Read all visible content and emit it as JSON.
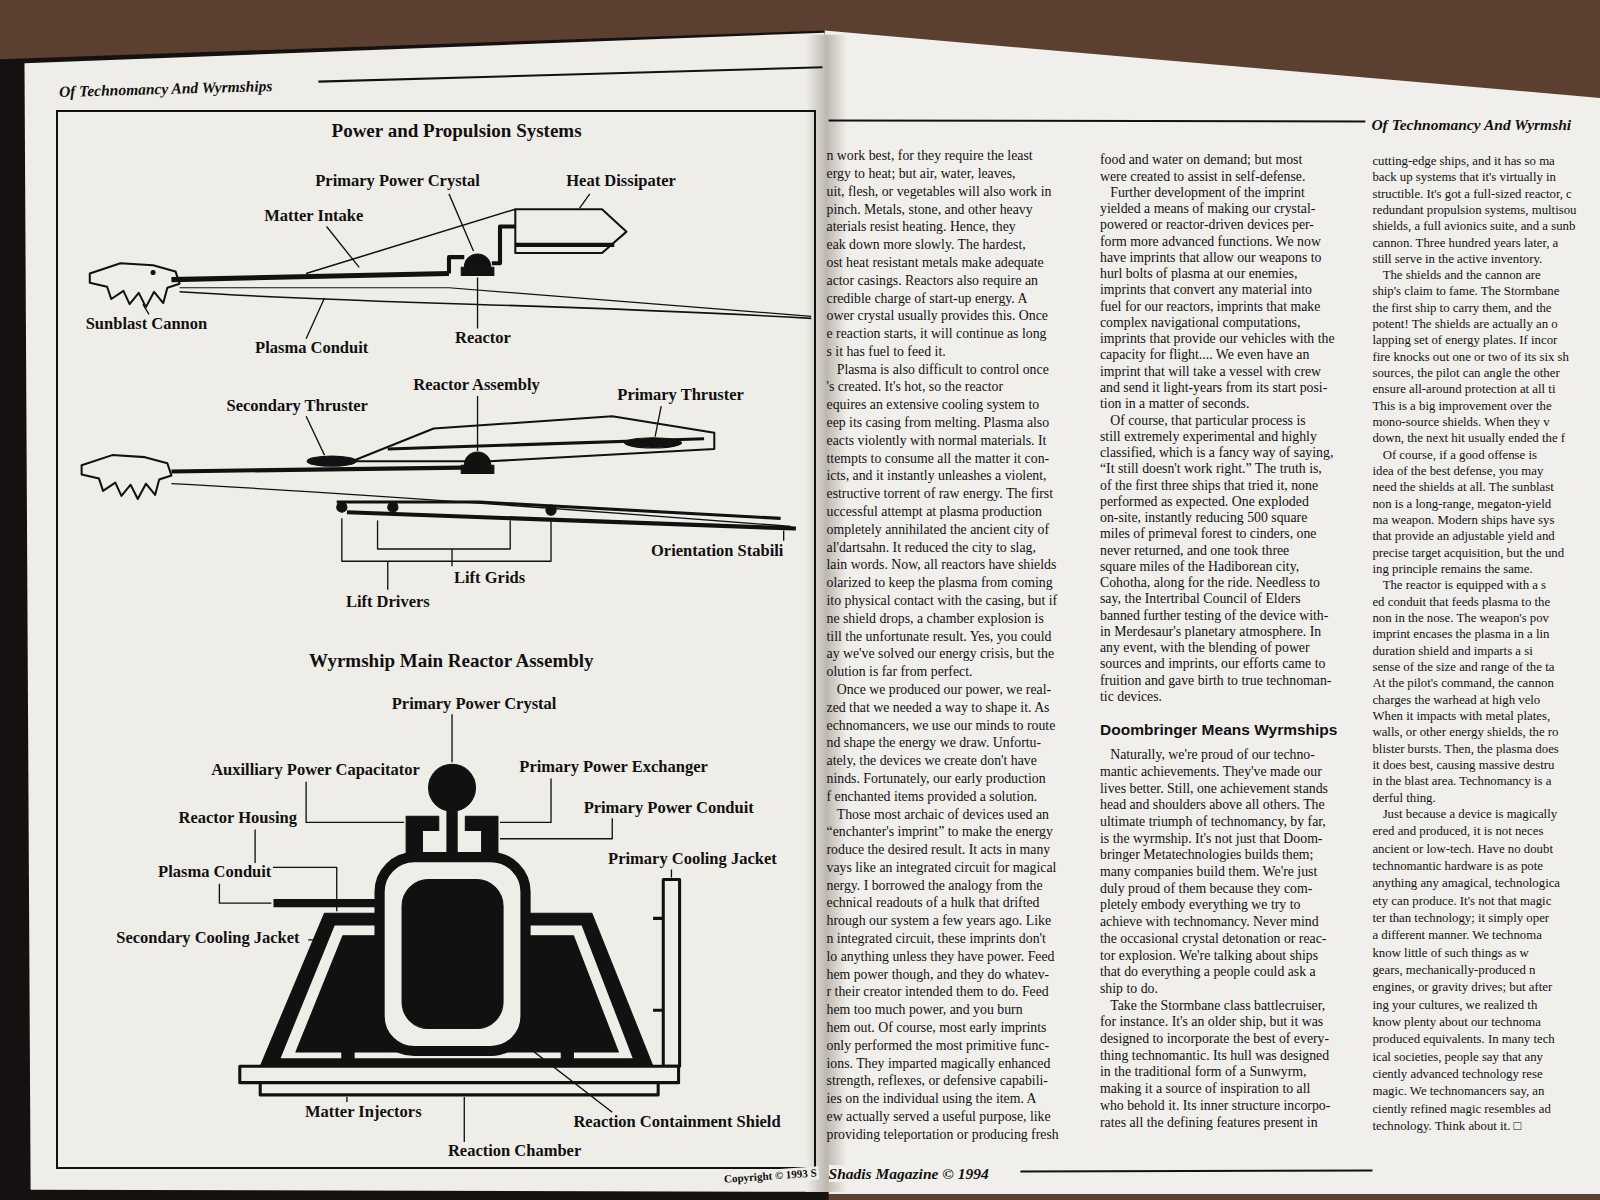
{
  "diagram": {
    "title": "Of Technomancy And Wyrmships",
    "nodes": [
      {
        "text": [
          "Power and Propulsion Systems",
          "Wyrmship Main Reactor Assembly"
        ]
      }
    ],
    "labels": [
      "Of Technomancy And Wyrmshi",
      "Primary Power Crystal",
      "Heat Dissipater",
      "Matter Intake",
      "Sunblast Cannon",
      "Plasma Conduit",
      "Reactor",
      "Secondary Thruster",
      "Reactor Assembly",
      "Primary Thruster",
      "Orientation Stabili",
      "Lift Grids",
      "Lift Drivers",
      "Primary Power Crystal",
      "Auxilliary Power Capacitator",
      "Primary Power Exchanger",
      "Reactor Housing",
      "Primary Power Conduit",
      "Plasma Conduit",
      "Primary Cooling Jacket",
      "Secondary Cooling Jacket",
      "Matter Injectors",
      "Reaction Containment Shield",
      "Reaction Chamber",
      "Copyright © 1993 S",
      "Shadis Magazine © 1994",
      "n work best, for they require the least",
      "ergy to heat; but air, water, leaves,",
      "uit, flesh, or vegetables will also work in",
      "pinch. Metals, stone, and other heavy",
      "aterials resist heating. Hence, they",
      "eak down more slowly. The hardest,",
      "ost heat resistant metals make adequate",
      "actor casings. Reactors also require an",
      "credible charge of start-up energy. A",
      "ower crystal usually provides this. Once",
      "e reaction starts, it will continue as long",
      "s it has fuel to feed it.",
      "Plasma is also difficult to control once",
      "'s created. It's hot, so the reactor",
      "equires an extensive cooling system to",
      "eep its casing from melting. Plasma also",
      "eacts violently with normal materials. It",
      "ttempts to consume all the matter it con-",
      "icts, and it instantly unleashes a violent,",
      "estructive torrent of raw energy. The first",
      "uccessful attempt at plasma production",
      "ompletely annihilated the ancient city of",
      "al'dartsahn. It reduced the city to slag,",
      "lain words. Now, all reactors have shields",
      "olarized to keep the plasma from coming",
      "ito physical contact with the casing, but if",
      "ne shield drops, a chamber explosion is",
      "till the unfortunate result. Yes, you could",
      "ay we've solved our energy crisis, but the",
      "olution is far from perfect.",
      "Once we produced our power, we real-",
      "zed that we needed a way to shape it. As",
      "echnomancers, we use our minds to route",
      "nd shape the energy we draw. Unfortu-",
      "ately, the devices we create don't have",
      "ninds. Fortunately, our early production",
      "f enchanted items provided a solution.",
      "Those most archaic of devices used an",
      "“enchanter's imprint” to make the energy",
      "roduce the desired result. It acts in many",
      "vays like an integrated circuit for magical",
      "nergy. I borrowed the analogy from the",
      "echnical readouts of a hulk that drifted",
      "hrough our system a few years ago. Like",
      "n integrated circuit, these imprints don't",
      "lo anything unless they have power. Feed",
      "hem power though, and they do whatev-",
      "r their creator intended them to do. Feed",
      "hem too much power, and you burn",
      "hem out. Of course, most early imprints",
      "only performed the most primitive func-",
      "ions. They imparted magically enhanced",
      "strength, reflexes, or defensive capabili-",
      "ies on the individual using the item. A",
      "ew actually served a useful purpose, like",
      "providing teleportation or producing fresh",
      "food and water on demand; but most",
      "were created to assist in self-defense.",
      "Further development of the imprint",
      "yielded a means of making our crystal-",
      "powered or reactor-driven devices per-",
      "form more advanced functions. We now",
      "have imprints that allow our weapons to",
      "hurl bolts of plasma at our enemies,",
      "imprints that convert any material into",
      "fuel for our reactors, imprints that make",
      "complex navigational computations,",
      "imprints that provide our vehicles with the",
      "capacity for flight.... We even have an",
      "imprint that will take a vessel with crew",
      "and send it light-years from its start posi-",
      "tion in a matter of seconds.",
      "Of course, that particular process is",
      "still extremely experimental and highly",
      "classified, which is a fancy way of saying,",
      "“It still doesn't work right.” The truth is,",
      "of the first three ships that tried it, none",
      "performed as expected. One exploded",
      "on-site, instantly reducing 500 square",
      "miles of primeval forest to cinders, one",
      "never returned, and one took three",
      "square miles of the Hadiborean city,",
      "Cohotha, along for the ride. Needless to",
      "say, the Intertribal Council of Elders",
      "banned further testing of the device with-",
      "in Merdesaur's planetary atmosphere. In",
      "any event, with the blending of power",
      "sources and imprints, our efforts came to",
      "fruition and gave birth to true technoman-",
      "tic devices.",
      "Doombringer Means Wyrmships",
      "Naturally, we're proud of our techno-",
      "mantic achievements. They've made our",
      "lives better. Still, one achievement stands",
      "head and shoulders above all others. The",
      "ultimate triumph of technomancy, by far,",
      "is the wyrmship. It's not just that Doom-",
      "bringer Metatechnologies builds them;",
      "many companies build them. We're just",
      "duly proud of them because they com-",
      "pletely embody everything we try to",
      "achieve with technomancy. Never mind",
      "the occasional crystal detonation or reac-",
      "tor explosion. We're talking about ships",
      "that do everything a people could ask a",
      "ship to do.",
      "Take the Stormbane class battlecruiser,",
      "for instance. It's an older ship, but it was",
      "designed to incorporate the best of every-",
      "thing technomantic. Its hull was designed",
      "in the traditional form of a Sunwyrm,",
      "making it a source of inspiration to all",
      "who behold it. Its inner structure incorpo-",
      "rates all the defining features present in",
      "cutting-edge ships, and it has so ma",
      "back up systems that it's virtually in",
      "structible. It's got a full-sized reactor, c",
      "redundant propulsion systems, multisou",
      "shields, a full avionics suite, and a sunb",
      "cannon. Three hundred years later, a",
      "still serve in the active inventory.",
      "The shields and the cannon are",
      "ship's claim to fame. The Stormbane",
      "the first ship to carry them, and the",
      "potent! The shields are actually an o",
      "lapping set of energy plates. If incor",
      "fire knocks out one or two of its six sh",
      "sources, the pilot can angle the other",
      "ensure all-around protection at all ti",
      "This is a big improvement over the",
      "mono-source shields. When they v",
      "down, the next hit usually ended the f",
      "Of course, if a good offense is",
      "idea of the best defense, you may",
      "need the shields at all. The sunblast",
      "non is a long-range, megaton-yield",
      "ma weapon. Modern ships have sys",
      "that provide an adjustable yield and",
      "precise target acquisition, but the und",
      "ing principle remains the same.",
      "The reactor is equipped with a s",
      "ed conduit that feeds plasma to the",
      "non in the nose. The weapon's pov",
      "imprint encases the plasma in a lin",
      "duration shield and imparts a si",
      "sense of the size and range of the ta",
      "At the pilot's command, the cannon",
      "charges the warhead at high velo",
      "When it impacts with metal plates,",
      "walls, or other energy shields, the ro",
      "blister bursts. Then, the plasma does",
      "it does best, causing massive destru",
      "in the blast area. Technomancy is a",
      "derful thing.",
      "Just because a device is magically",
      "ered and produced, it is not neces",
      "ancient or low-tech. Have no doubt",
      "technomantic hardware is as pote",
      "anything any amagical, technologica",
      "ety can produce. It's not that magic",
      "ter than technology; it simply oper",
      "a different manner. We technoma",
      "know little of such things as w",
      "gears, mechanically-produced n",
      "engines, or gravity drives; but after",
      "ing your cultures, we realized th",
      "know plenty about our technoma",
      "produced equivalents. In many tech",
      "ical societies, people say that any",
      "ciently advanced technology rese",
      "magic. We technomancers say, an",
      "ciently refined magic resembles ad",
      "technology. Think about it. □"
    ]
  }
}
